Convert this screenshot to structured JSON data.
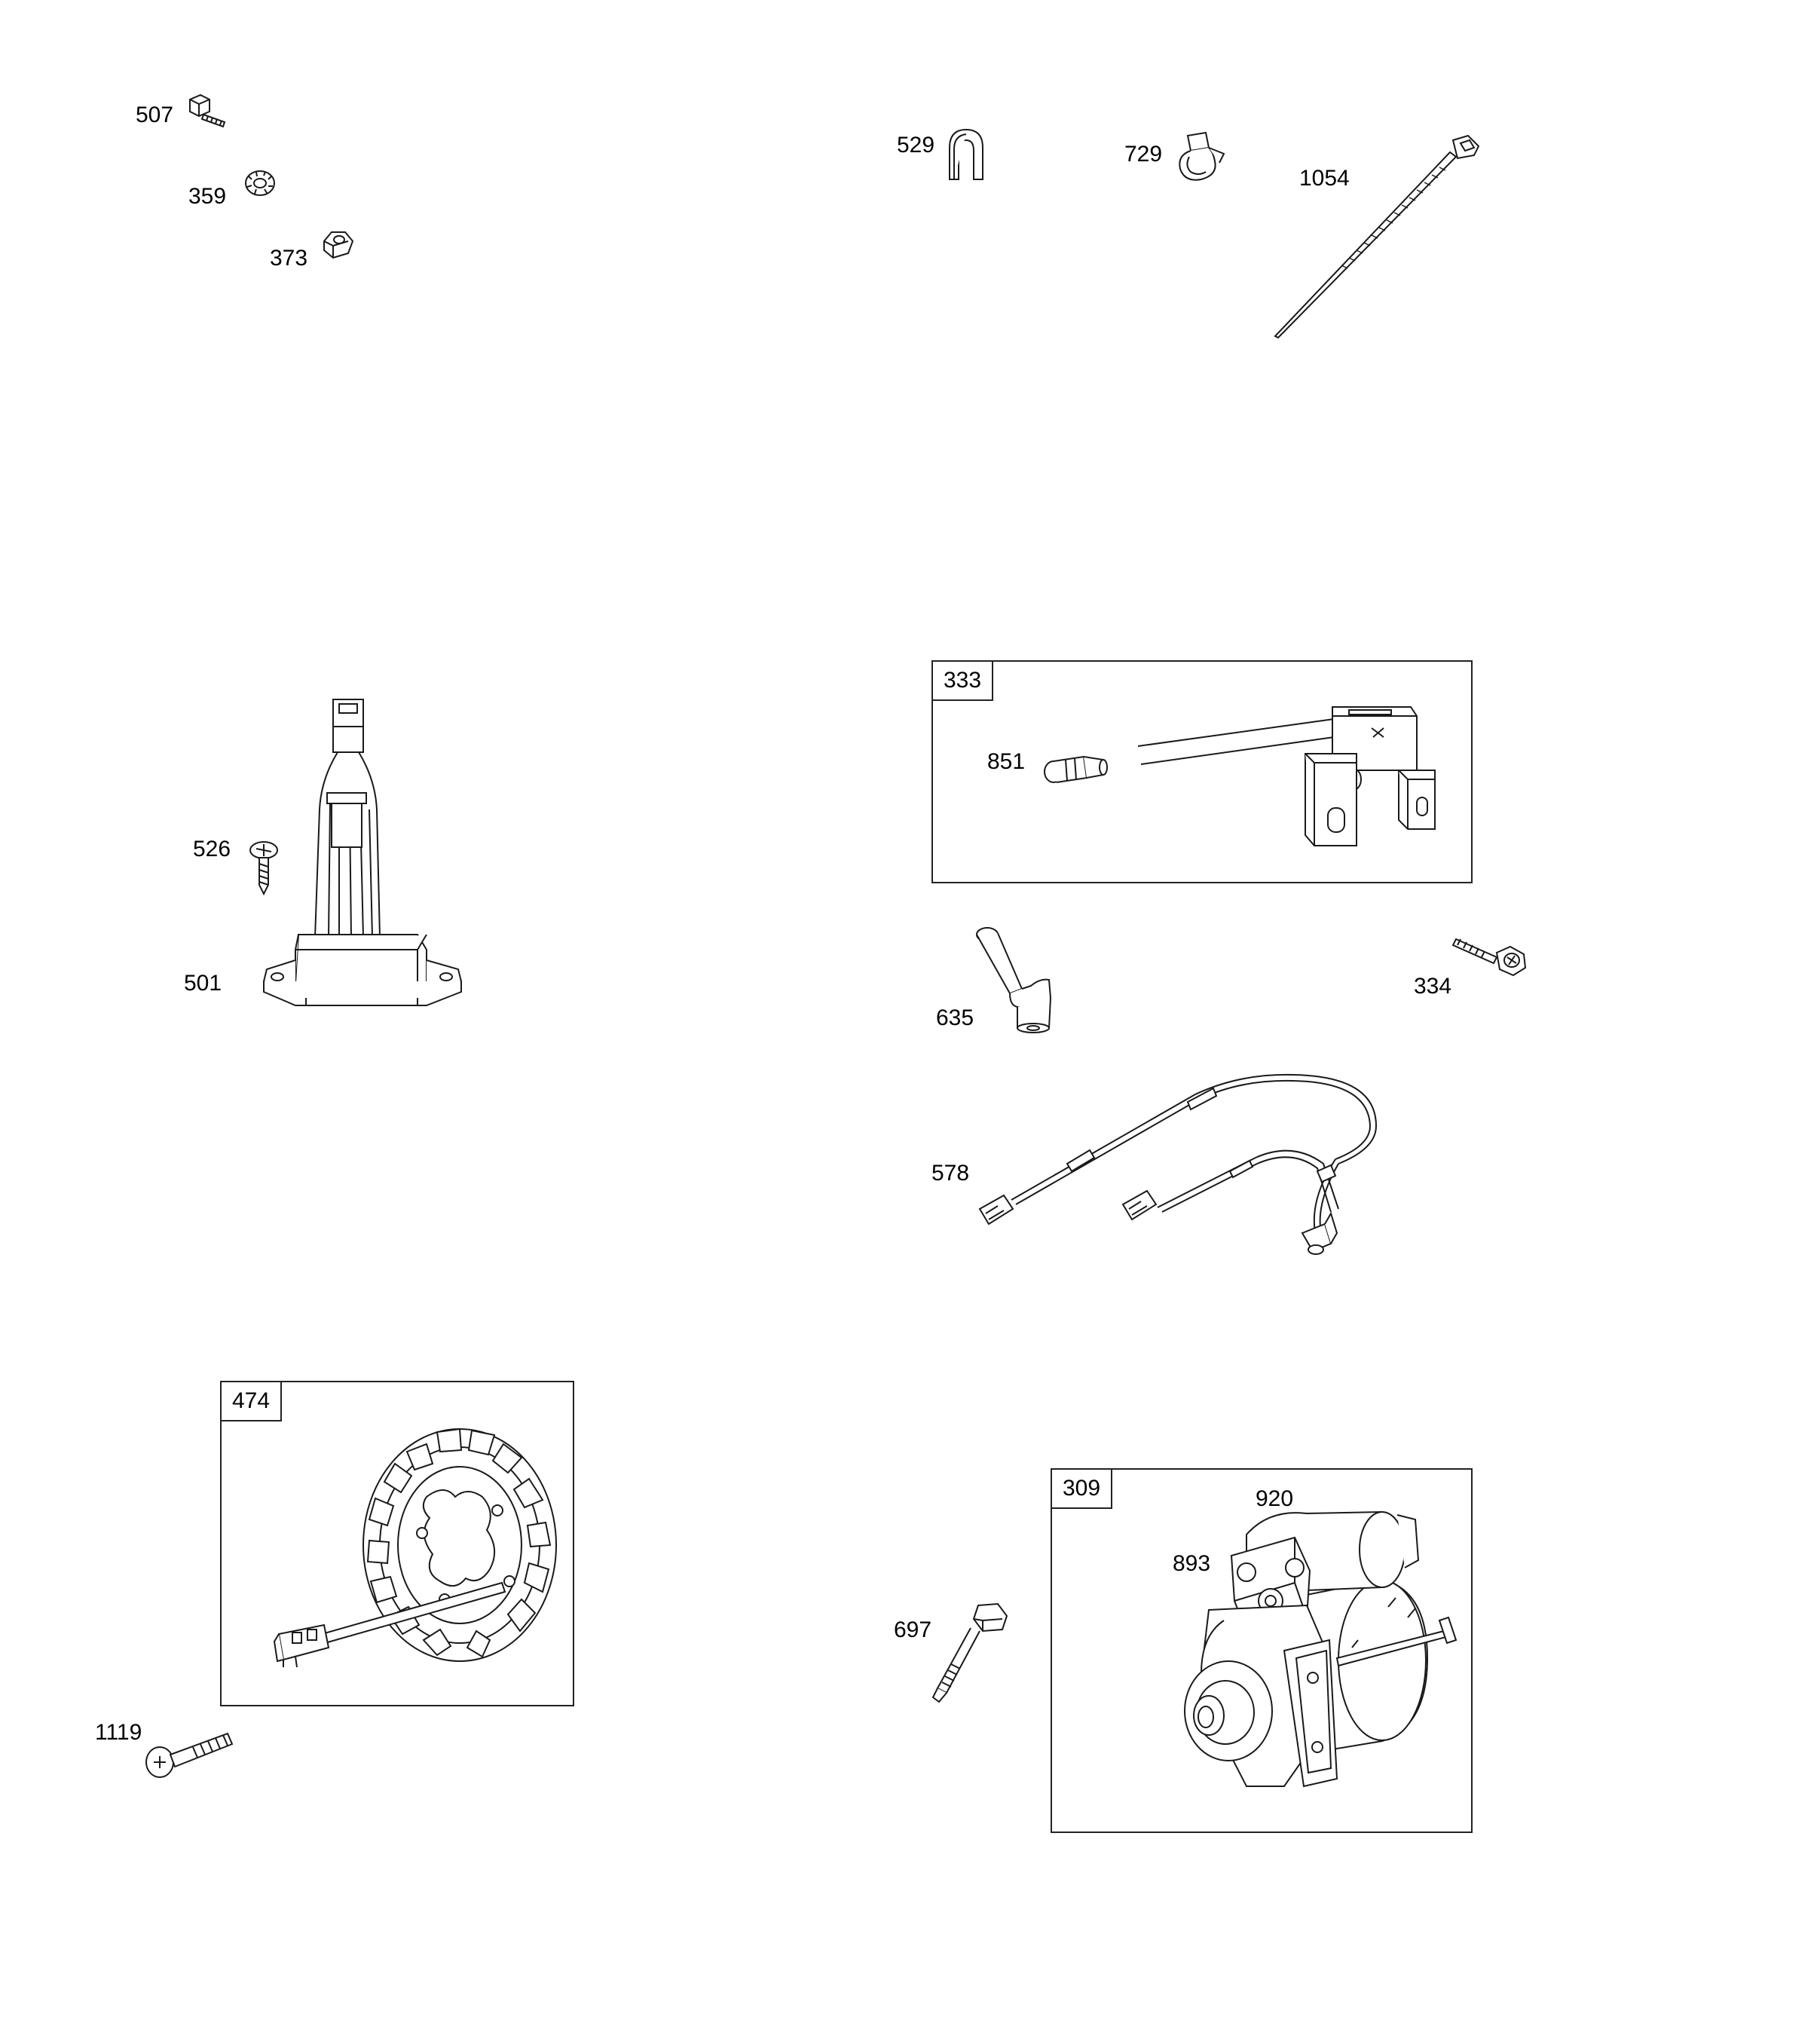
{
  "callouts": {
    "c507": "507",
    "c359": "359",
    "c373": "373",
    "c529": "529",
    "c729": "729",
    "c1054": "1054",
    "c526": "526",
    "c501": "501",
    "c851": "851",
    "c635": "635",
    "c334": "334",
    "c578": "578",
    "c1119": "1119",
    "c697": "697",
    "c920": "920",
    "c893": "893"
  },
  "kits": {
    "k333": "333",
    "k474": "474",
    "k309": "309"
  },
  "colors": {
    "line": "#1a1a1a",
    "background": "#ffffff"
  }
}
